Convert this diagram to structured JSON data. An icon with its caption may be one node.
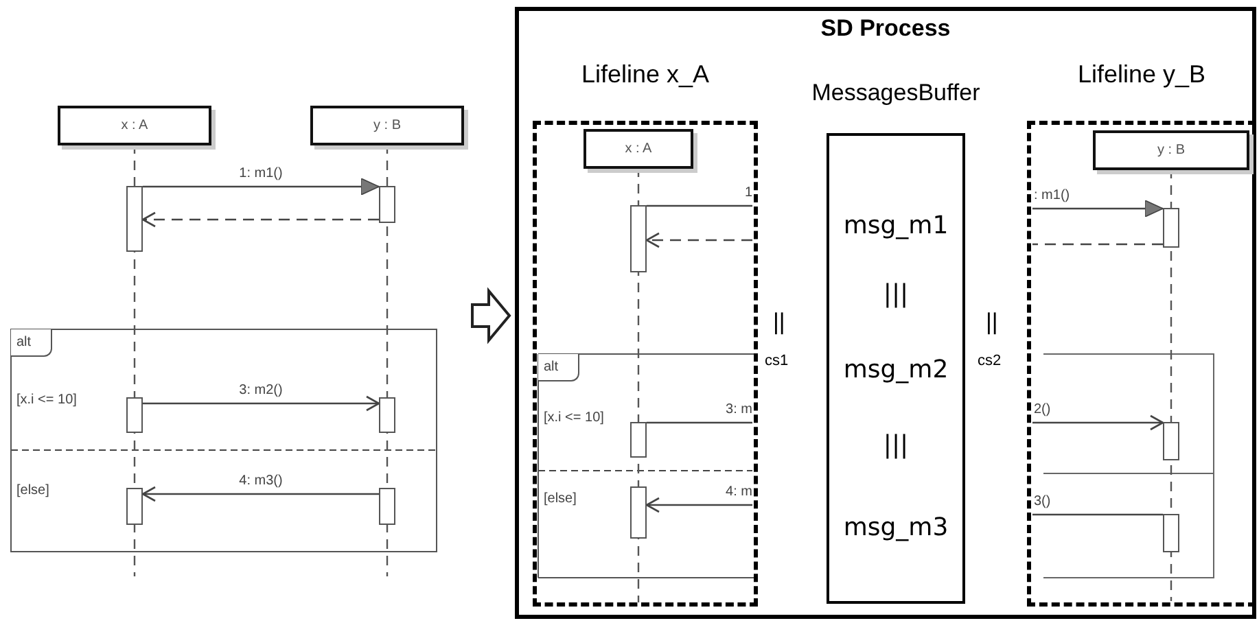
{
  "diagram": {
    "nodes": [
      {
        "text": [
          "x : A"
        ]
      },
      {
        "text": [
          "y : B"
        ]
      },
      {
        "text": [
          "alt"
        ]
      },
      {
        "text": [
          "SD Process"
        ]
      },
      {
        "text": [
          "Lifeline x_A"
        ],
        "in": 3
      },
      {
        "text": [
          "x : A"
        ],
        "in": 4
      },
      {
        "text": [
          "alt"
        ],
        "in": 4
      },
      {
        "text": [
          "MessagesBuffer",
          "msg_m1",
          "|||",
          "msg_m2",
          "|||",
          "msg_m3"
        ],
        "in": 3
      },
      {
        "text": [
          "Lifeline y_B"
        ],
        "in": 3
      },
      {
        "text": [
          "y : B"
        ],
        "in": 8
      }
    ],
    "edges": [
      {
        "from": 0,
        "to": 1,
        "arrow": "to",
        "label": "1: m1()"
      },
      {
        "from": 1,
        "to": 0,
        "arrow": "to",
        "style": "dashed"
      },
      {
        "from": 0,
        "to": 1,
        "arrow": "to",
        "label": "3: m2()"
      },
      {
        "from": 1,
        "to": 0,
        "arrow": "to",
        "label": "4: m3()"
      },
      {
        "from": 5,
        "to": null,
        "arrow": "none",
        "label": "1"
      },
      {
        "from": null,
        "to": 5,
        "arrow": "to",
        "style": "dashed"
      },
      {
        "from": 5,
        "to": null,
        "arrow": "none",
        "label": "3: m"
      },
      {
        "from": null,
        "to": 5,
        "arrow": "to",
        "label": "4: m"
      },
      {
        "from": null,
        "to": 9,
        "arrow": "to",
        "label": ": m1()"
      },
      {
        "from": 9,
        "to": null,
        "arrow": "none",
        "style": "dashed"
      },
      {
        "from": null,
        "to": 9,
        "arrow": "to",
        "label": "2()"
      },
      {
        "from": 9,
        "to": null,
        "arrow": "none",
        "label": "3()"
      },
      {
        "from": null,
        "to": 3,
        "arrow": "to",
        "style": "thick"
      }
    ],
    "labels": [
      "[x.i <= 10]",
      "[else]",
      "||",
      "cs1",
      "||",
      "cs2",
      "[x.i <= 10]",
      "[else]"
    ]
  }
}
